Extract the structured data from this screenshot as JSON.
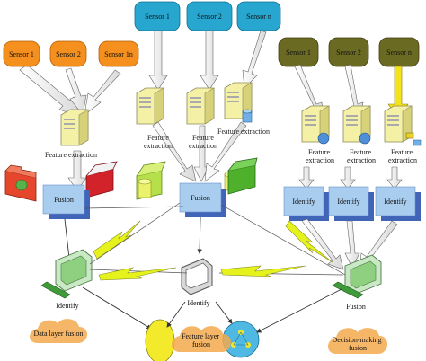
{
  "left": {
    "sensors": [
      "Sensor 1",
      "Sensor 2",
      "Sensor 1n"
    ],
    "feature_label": "Feature extraction",
    "fusion_box": "Fusion",
    "identify_label": "Identify",
    "cloud_label": "Data layer fusion"
  },
  "middle": {
    "sensors": [
      "Sensor 1",
      "Sensor 2",
      "Sensor n"
    ],
    "feature_labels": [
      "Feature\nextraction",
      "Feature\nextraction",
      "Feature extraction"
    ],
    "fusion_box": "Fusion",
    "identify_label": "Identify",
    "cloud_label": "Feature layer\nfusion"
  },
  "right": {
    "sensors": [
      "Sensor 1",
      "Sensor 2",
      "Sensor n"
    ],
    "feature_labels": [
      "Feature\nextraction",
      "Feature\nextraction",
      "Feature\nextraction"
    ],
    "identify_boxes": [
      "Identify",
      "Identify",
      "Identify"
    ],
    "fusion_label": "Fusion",
    "cloud_label": "Decision-making\nfusion"
  },
  "colors": {
    "sensor_left": "#f5901e",
    "sensor_middle": "#27a6cf",
    "sensor_right": "#6b6a23",
    "process_box": "#a9cdef",
    "process_shadow": "#3f64b8",
    "lightning": "#e6f21c",
    "cloud": "#f3a94c",
    "output_ellipse": "#f2ea2a",
    "output_circle": "#4fb8e3",
    "right_arrow": "#f4e31a"
  },
  "icons": [
    "server-icon",
    "folder-icon",
    "database-icon",
    "monitor-icon",
    "lightning-bolt-icon",
    "cloud-icon",
    "keyboard-icon"
  ]
}
